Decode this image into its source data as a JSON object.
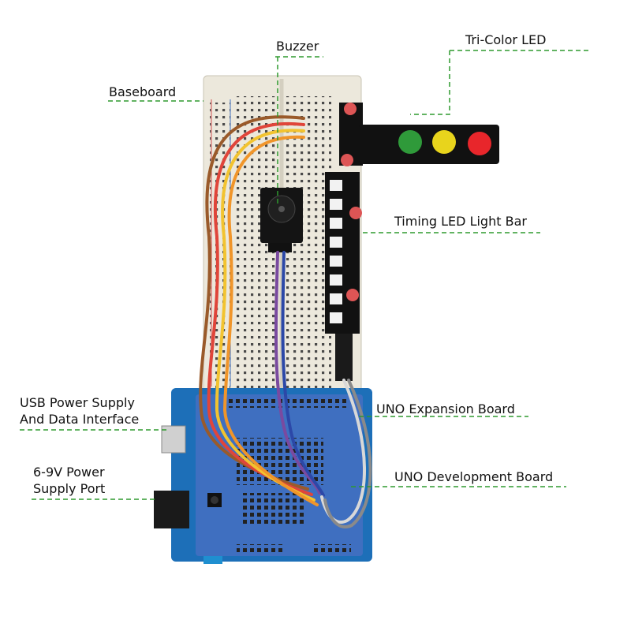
{
  "labels": {
    "buzzer": "Buzzer",
    "tri_color_led": "Tri-Color LED",
    "baseboard": "Baseboard",
    "timing_led_bar": "Timing LED Light Bar",
    "usb_interface": "USB Power Supply\nAnd Data Interface",
    "expansion_board": "UNO Expansion Board",
    "power_port": "6-9V Power\nSupply Port",
    "development_board": "UNO Development Board"
  },
  "colors": {
    "callout_line": "#2e9a2e",
    "breadboard": "#ece8dc",
    "uno_board": "#1d6fb8",
    "shield": "#3f6fc0",
    "led_red": "#e8262b",
    "led_yellow": "#e8d41c",
    "led_green": "#2f9a3a",
    "wire_orange": "#f0952a",
    "wire_yellow": "#f2c330",
    "wire_red": "#e0453a",
    "wire_brown": "#9a5a2a",
    "wire_purple": "#7a4aa0",
    "wire_blue": "#2c48a8",
    "wire_white": "#d8d8d8",
    "wire_grey": "#8a8a8a"
  }
}
